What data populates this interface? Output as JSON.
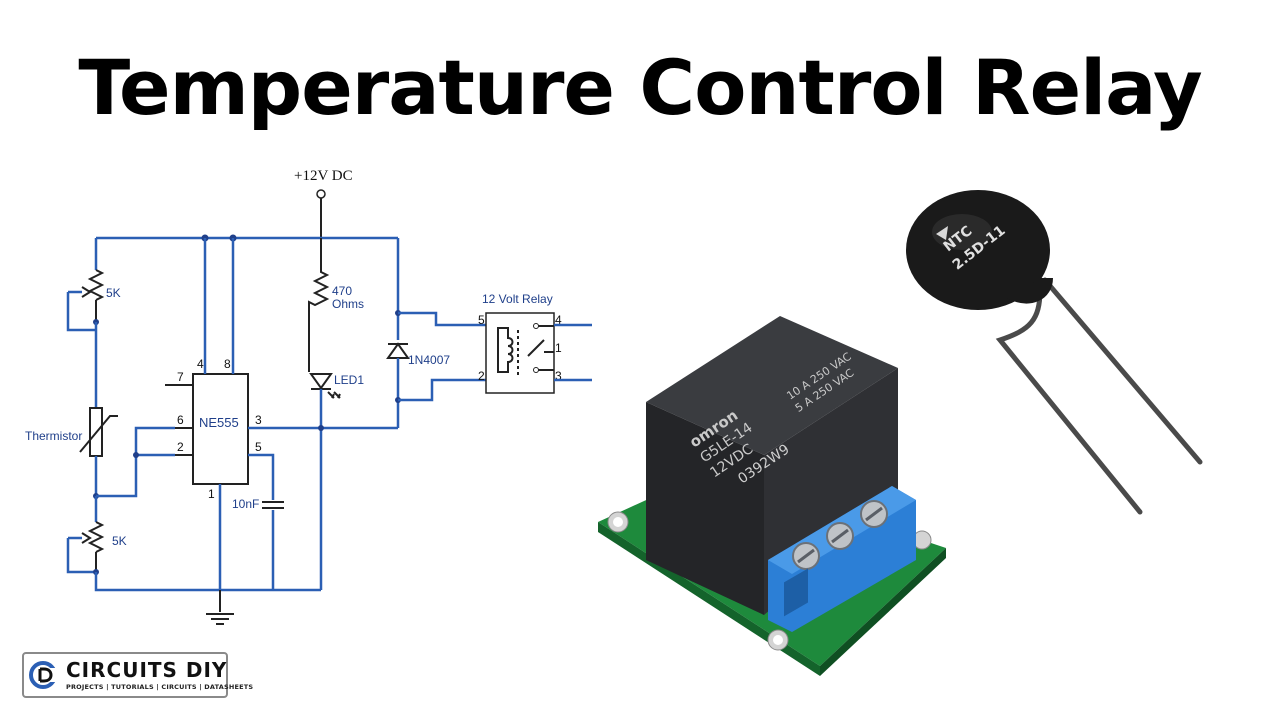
{
  "title": "Temperature Control Relay",
  "schematic": {
    "supply_label": "+12V DC",
    "pot_top_label": "5K",
    "pot_bottom_label": "5K",
    "thermistor_label": "Thermistor",
    "resistor_value": "470",
    "resistor_unit": "Ohms",
    "led_label": "LED1",
    "diode_label": "1N4007",
    "relay_label": "12 Volt Relay",
    "capacitor_label": "10nF",
    "ic_label": "NE555",
    "ic_pins": {
      "p4": "4",
      "p8": "8",
      "p7": "7",
      "p6": "6",
      "p2": "2",
      "p3": "3",
      "p5": "5",
      "p1": "1"
    },
    "relay_pins": {
      "p5": "5",
      "p2": "2",
      "p4": "4",
      "p1": "1",
      "p3": "3"
    },
    "colors": {
      "wire": "#2b5fb4",
      "label": "#1f3f8a"
    }
  },
  "relay_photo": {
    "brand": "omron",
    "model": "G5LE-14",
    "voltage": "12VDC",
    "rating_1": "10 A 250 VAC",
    "rating_2": "5 A 250 VAC",
    "batch": "0392W9",
    "colors": {
      "board": "#1e8a3c",
      "relay_body": "#2d2f33",
      "terminal": "#2c7fd6"
    }
  },
  "thermistor_photo": {
    "marking_1": "NTC",
    "marking_2": "2.5D-11",
    "colors": {
      "body": "#1a1a1a"
    }
  },
  "logo": {
    "name": "CIRCUITS DIY",
    "tagline": "PROJECTS | TUTORIALS | CIRCUITS | DATASHEETS",
    "colors": {
      "accent": "#2b5fb4"
    }
  }
}
